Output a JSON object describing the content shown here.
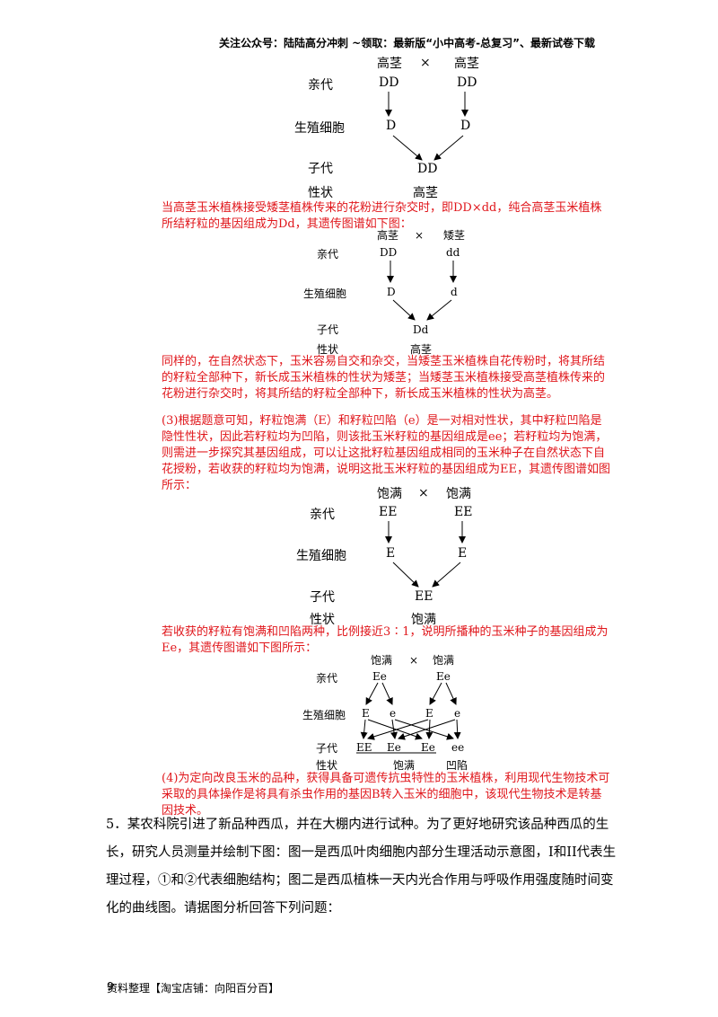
{
  "header": {
    "text": "关注公众号：陆陆高分冲刺   ~领取：最新版“小中高考-总复习”、最新试卷下载"
  },
  "diagram1": {
    "parent_labels": [
      "高茎",
      "×",
      "高茎"
    ],
    "row_labels": [
      "亲代",
      "生殖细胞",
      "子代",
      "性状"
    ],
    "genotypes": [
      "DD",
      "DD",
      "D",
      "D",
      "DD"
    ],
    "trait": "高茎"
  },
  "para1": "当高茎玉米植株接受矮茎植株传来的花粉进行杂交时，即DD×dd，纯合高茎玉米植株所结籽粒的基因组成为Dd，其遗传图谱如下图：",
  "diagram2": {
    "parent_labels": [
      "高茎",
      "×",
      "矮茎"
    ],
    "row_labels": [
      "亲代",
      "生殖细胞",
      "子代",
      "性状"
    ],
    "genotypes": [
      "DD",
      "dd",
      "D",
      "d",
      "Dd"
    ],
    "trait": "高茎"
  },
  "para2": "同样的，在自然状态下，玉米容易自交和杂交，当矮茎玉米植株自花传粉时，将其所结的籽粒全部种下，新长成玉米植株的性状为矮茎；当矮茎玉米植株接受高茎植株传来的花粉进行杂交时，将其所结的籽粒全部种下，新长成玉米植株的性状为高茎。",
  "para3": "(3)根据题意可知，籽粒饱满（E）和籽粒凹陷（e）是一对相对性状，其中籽粒凹陷是隐性性状，因此若籽粒均为凹陷，则该批玉米籽粒的基因组成是ee；若籽粒均为饱满，则需进一步探究其基因组成，可以让这批籽粒基因组成相同的玉米种子在自然状态下自花授粉，若收获的籽粒均为饱满，说明这批玉米籽粒的基因组成为EE，其遗传图谱如图所示：",
  "diagram3": {
    "parent_labels": [
      "饱满",
      "×",
      "饱满"
    ],
    "row_labels": [
      "亲代",
      "生殖细胞",
      "子代",
      "性状"
    ],
    "genotypes": [
      "EE",
      "EE",
      "E",
      "E",
      "EE"
    ],
    "trait": "饱满"
  },
  "para4": "若收获的籽粒有饱满和凹陷两种，比例接近3∶1，说明所播种的玉米种子的基因组成为Ee，其遗传图谱如下图所示：",
  "diagram4": {
    "parent_labels": [
      "饱满",
      "×",
      "饱满"
    ],
    "row_labels": [
      "亲代",
      "生殖细胞",
      "子代",
      "性状"
    ],
    "parents": [
      "Ee",
      "Ee"
    ],
    "gametes": [
      "E",
      "e",
      "E",
      "e"
    ],
    "offspring": [
      "EE",
      "Ee",
      "Ee",
      "ee"
    ],
    "traits": [
      "饱满",
      "凹陷"
    ]
  },
  "para5": "(4)为定向改良玉米的品种，获得具备可遗传抗虫特性的玉米植株，利用现代生物技术可采取的具体操作是将具有杀虫作用的基因B转入玉米的细胞中，该现代生物技术是转基因技术。",
  "question5": "5．某农科院引进了新品种西瓜，并在大棚内进行试种。为了更好地研究该品种西瓜的生长，研究人员测量并绘制下图：图一是西瓜叶肉细胞内部分生理活动示意图，I和II代表生理过程，①和②代表细胞结构；图二是西瓜植株一天内光合作用与呼吸作用强度随时间变化的曲线图。请据图分析回答下列问题：",
  "footer": {
    "text": "资料整理【淘宝店铺：向阳百分百】",
    "page": "9"
  }
}
